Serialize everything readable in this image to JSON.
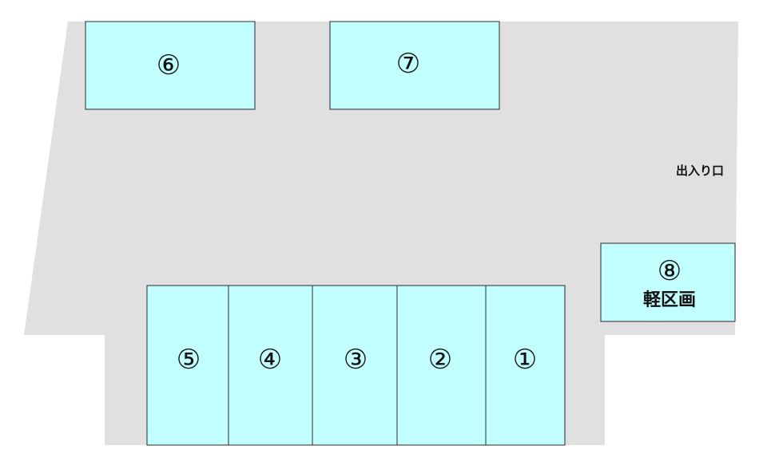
{
  "colors": {
    "lot_fill": "#e0e0e0",
    "space_fill": "#c2ffff",
    "outline": "#2a2a2a"
  },
  "entrance": {
    "label": "出入り口"
  },
  "spaces": [
    {
      "id": "1",
      "label": "①"
    },
    {
      "id": "2",
      "label": "②"
    },
    {
      "id": "3",
      "label": "③"
    },
    {
      "id": "4",
      "label": "④"
    },
    {
      "id": "5",
      "label": "⑤"
    },
    {
      "id": "6",
      "label": "⑥"
    },
    {
      "id": "7",
      "label": "⑦"
    },
    {
      "id": "8",
      "label": "⑧",
      "sub_label": "軽区画"
    }
  ]
}
